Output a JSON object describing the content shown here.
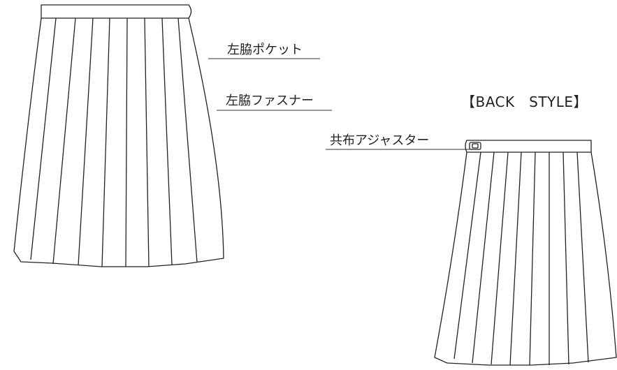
{
  "labels": {
    "left_pocket": "左脇ポケット",
    "left_zipper": "左脇ファスナー",
    "back_style": "【BACK　STYLE】",
    "adjuster": "共布アジャスター"
  },
  "colors": {
    "line": "#222222",
    "background": "#ffffff"
  }
}
